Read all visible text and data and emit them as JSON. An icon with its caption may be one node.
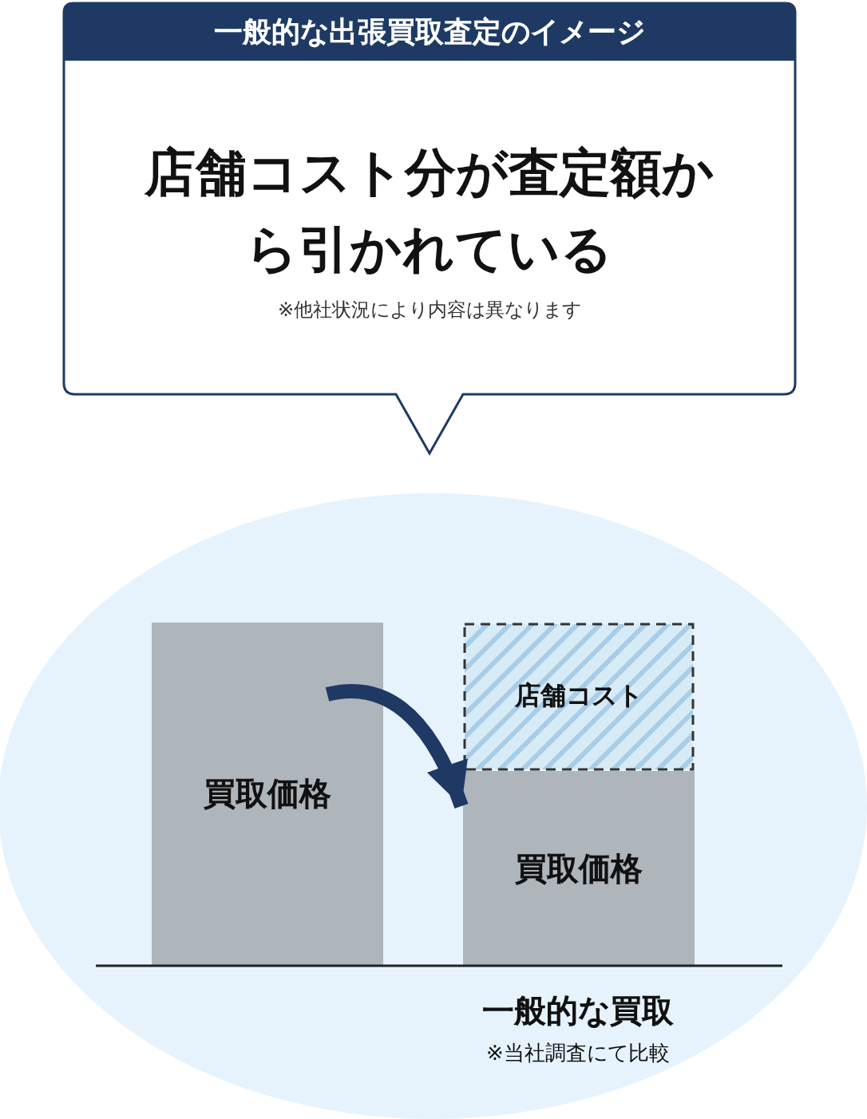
{
  "diagram": {
    "nodes": [
      {
        "text": [
          "一般的な出張買取査定のイメージ",
          "店舗コスト分が査定額から引かれている",
          "※他社状況により内容は異なります"
        ]
      },
      {
        "text": [
          "買取価格"
        ]
      },
      {
        "text": [
          "買取価格"
        ]
      },
      {
        "text": [
          "店舗コスト"
        ]
      }
    ],
    "edges": [
      {
        "from": 1,
        "to": 2,
        "arrow": "to"
      }
    ],
    "labels": [
      "一般的な買取",
      "※当社調査にて比較"
    ]
  }
}
